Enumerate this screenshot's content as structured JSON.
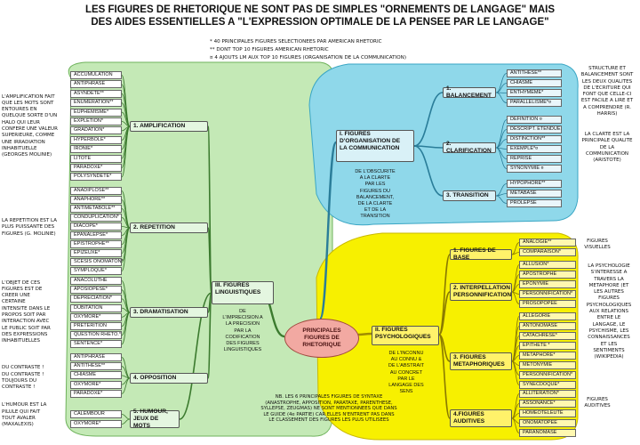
{
  "header": {
    "title_line1": "LES FIGURES DE RHETORIQUE NE SONT PAS DE SIMPLES \"ORNEMENTS DE LANGAGE\" MAIS",
    "title_line2": "DES AIDES ESSENTIELLES A \"L'EXPRESSION OPTIMALE DE LA PENSEE PAR LE LANGAGE\""
  },
  "notes": [
    "* 40 PRINCIPALES FIGURES SELECTIONEES PAR AMERICAN RHETORIC",
    "** DONT TOP 10 FIGURES AMERICAN RHETORIC",
    "¤ 4 AJOUTS LM AUX TOP 10 FIGURES (ORGANISATION DE LA COMMUNICATION)"
  ],
  "center": [
    "PRINCIPALES",
    "FIGURES DE",
    "RHETORIQUE"
  ],
  "colors": {
    "green_zone": "#c4e9b6",
    "blue_zone": "#8fd8ea",
    "yellow_zone": "#f7f000",
    "center": "#f2a9a2"
  },
  "linguistiques": {
    "label": [
      "III. FIGURES",
      "LINGUISTIQUES"
    ],
    "note": [
      "DE",
      "L'IMPRECISION A",
      "LA PRECISION",
      "PAR LA",
      "CODIFICATION",
      "DES FIGURES",
      "LINGUISTIQUES"
    ],
    "groups": [
      {
        "label": "1. AMPLIFICATION",
        "items": [
          "ACCUMULATION",
          "ANTIPHRASE",
          "ASYNDETE**",
          "ENUMERATION**",
          "EUPHEMISME*",
          "EXPLETION*",
          "GRADATION*",
          "HYPERBOLE*",
          "IRONIE*",
          "LITOTE",
          "PARADOXE*",
          "POLYSYNDETE*"
        ],
        "side_note": [
          "L'AMPLIFICATION FAIT",
          "QUE LES MOTS SONT",
          "ENTOURES EN",
          "QUELQUE SORTE D'UN",
          "HALO QUI LEUR",
          "CONFERE UNE VALEUR",
          "SUPERIEURE, COMME",
          "UNE IRRADIATION",
          "INHABITUELLE",
          "(GEORGES MOLINIE)"
        ]
      },
      {
        "label": "2. REPETITION",
        "items": [
          "ANADIPLOSE**",
          "ANAPHORE**",
          "ANTIMETABOLE**",
          "CONDUPLICATION*",
          "DIACOPE*",
          "EPANALEPSE*",
          "EPISTROPHE**",
          "EPIZEUXE*",
          "SCESIS ONOMATON*",
          "SYMPLOQUE*"
        ],
        "side_note": [
          "LA REPETITION EST LA",
          "PLUS PUISSANTE DES",
          "FIGURES (G. MOLINIE)"
        ]
      },
      {
        "label": "3. DRAMATISATION",
        "items": [
          "ANACOLUTHE",
          "APOSIOPESE*",
          "DEPRECIATION*",
          "DUBITATION",
          "OXYMORE*",
          "PRETERITION",
          "QUESTION RHETO.*",
          "SENTENCE*"
        ],
        "side_note": [
          "L'OBJET DE CES",
          "FIGURES EST DE",
          "CREER UNE",
          "CERTAINE",
          "INTENSITE DANS LE",
          "PROPOS SOIT PAR",
          "INTERACTION AVEC",
          "LE PUBLIC SOIT PAR",
          "DES EXPRESSIONS",
          "INHABITUELLES"
        ]
      },
      {
        "label": "4. OPPOSITION",
        "items": [
          "ANTIPHRASE",
          "ANTITHESE**",
          "CHIASME",
          "OXYMORE*",
          "PARADOXE*"
        ],
        "side_note": [
          "DU CONTRASTE !",
          "DU CONTRASTE !",
          "TOUJOURS DU",
          "CONTRASTE !"
        ]
      },
      {
        "label": "5. HUMOUR, JEUX DE MOTS",
        "items": [
          "CALEMBOUR",
          "OXYMORE*"
        ],
        "side_note": [
          "L'HUMOUR EST LA",
          "PILULE QUI FAIT",
          "TOUT AVALER",
          "(MAXALEXIS)"
        ]
      }
    ]
  },
  "organisation": {
    "label": [
      "I. FIGURES",
      "D'ORGANISATION DE",
      "LA COMMUNICATION"
    ],
    "note": [
      "DE L'OBSCURITE",
      "A LA CLARTE",
      "PAR LES",
      "FIGURES DU",
      "BALANCEMENT,",
      "DE LA CLARTE",
      "ET DE LA",
      "TRANSITION"
    ],
    "side_note_1": [
      "STRUCTURE ET",
      "BALANCEMENT SONT",
      "LES DEUX QUALITES",
      "DE L'ECRITURE QUI",
      "FONT QUE CELLE-CI",
      "EST FACILE A LIRE ET",
      "A COMPRENDRE (R.",
      "HARRIS)"
    ],
    "side_note_2": [
      "LA CLARTE EST LA",
      "PRINCIPALE QUALITE",
      "DE LA",
      "COMMUNICATION",
      "(ARISTOTE)"
    ],
    "groups": [
      {
        "label": "1. BALANCEMENT",
        "items": [
          "ANTITHESE**",
          "CHIASME",
          "ENTHYMEME*",
          "PARALLELISME*¤"
        ]
      },
      {
        "label": "2. CLARIFICATION",
        "items": [
          "DEFINITION ¤",
          "DESCRIPT. ETENDUE",
          "DISTINCTION**",
          "EXEMPLE*¤",
          "REPRISE",
          "SYNONYMIE ¤"
        ]
      },
      {
        "label": "3. TRANSITION",
        "items": [
          "HYPOPHORE**",
          "METABASE",
          "PROLEPSE"
        ]
      }
    ]
  },
  "psychologiques": {
    "label": [
      "II. FIGURES",
      "PSYCHOLOGIQUES"
    ],
    "note": [
      "DE L'INCONNU",
      "AU CONNU &",
      "DE L'ABSTRAIT",
      "AU CONCRET",
      "PAR LE",
      "LANGAGE DES",
      "SENS"
    ],
    "side_note_visuelles": [
      "FIGURES",
      "VISUELLES"
    ],
    "side_note_psycho": [
      "LA PSYCHOLOGIE",
      "S'INTERESSE A",
      "TRAVERS LA",
      "METAPHORE (ET",
      "LES AUTRES",
      "FIGURES",
      "PSYCHOLOGIQUES",
      "AUX RELATIONS",
      "ENTRE LE",
      "LANGAGE, LE",
      "PSYCHISME, LES",
      "CONNAISSANCES",
      "ET LES",
      "SENTIMENTS",
      "(WIKIPEDIA)"
    ],
    "side_note_auditives": [
      "FIGURES",
      "AUDITIVES"
    ],
    "groups": [
      {
        "label": "1. FIGURES DE BASE",
        "items": [
          "ANALOGIE**",
          "COMPARAISON*"
        ]
      },
      {
        "label": "2. INTERPELLATION PERSONNIFICATION",
        "items": [
          "ALLUSION*",
          "APOSTROPHE",
          "EPONYMIE",
          "PERSONNIFICATION*",
          "PROSOPOPEE"
        ]
      },
      {
        "label": "3. FIGURES METAPHORIQUES",
        "items": [
          "ALLEGORIE",
          "ANTONOMASE",
          "CATACHRESE*",
          "EPITHETE *",
          "METAPHORE*",
          "METONYMIE",
          "PERSONNIFICATION*",
          "SYNECDOQUE*"
        ]
      },
      {
        "label": "4.FIGURES AUDITIVES",
        "items": [
          "ALLITERATION*",
          "ASSONANCE*",
          "HOMEOTELEUTE",
          "ONOMATOPEE",
          "PARANOMASE"
        ]
      }
    ]
  },
  "bottom_note": [
    "NB. LES 6 PRINCIPALES FIGURES DE SYNTAXE",
    "(ANASTROPHE, APPOSITION, PARATAXE, PARENTHESE,",
    "SYLLEPSE, ZEUGMAS) NE SONT MENTIONNEES QUE DANS",
    "LE GUIDE (4e PARTIE) CAR ELLES N'ENTRENT PAS DANS",
    "LE CLASSEMENT DES FIGURES LES PLUS UTILISEES"
  ]
}
